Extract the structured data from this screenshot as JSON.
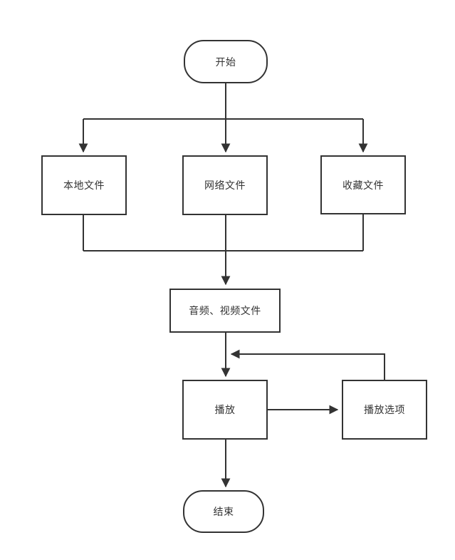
{
  "diagram": {
    "type": "flowchart",
    "background_color": "#ffffff",
    "line_color": "#333333",
    "text_color": "#333333",
    "nodes": {
      "start": {
        "label": "开始",
        "shape": "stadium"
      },
      "local": {
        "label": "本地文件",
        "shape": "rect"
      },
      "network": {
        "label": "网络文件",
        "shape": "rect"
      },
      "favorite": {
        "label": "收藏文件",
        "shape": "rect"
      },
      "media": {
        "label": "音频、视频文件",
        "shape": "rect"
      },
      "play": {
        "label": "播放",
        "shape": "rect"
      },
      "options": {
        "label": "播放选项",
        "shape": "rect"
      },
      "end": {
        "label": "结束",
        "shape": "stadium"
      }
    },
    "edges": [
      {
        "from": "start",
        "to": "local"
      },
      {
        "from": "start",
        "to": "network"
      },
      {
        "from": "start",
        "to": "favorite"
      },
      {
        "from": "local",
        "to": "media"
      },
      {
        "from": "network",
        "to": "media"
      },
      {
        "from": "favorite",
        "to": "media"
      },
      {
        "from": "media",
        "to": "play"
      },
      {
        "from": "play",
        "to": "options"
      },
      {
        "from": "options",
        "to": "play"
      },
      {
        "from": "play",
        "to": "end"
      }
    ]
  }
}
